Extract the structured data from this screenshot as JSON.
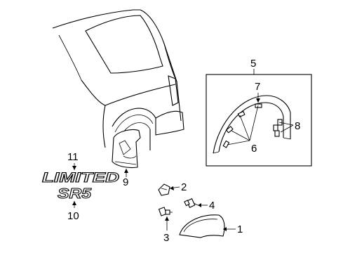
{
  "callouts": {
    "c1": "1",
    "c2": "2",
    "c3": "3",
    "c4": "4",
    "c5": "5",
    "c6": "6",
    "c7": "7",
    "c8": "8",
    "c9": "9",
    "c10": "10",
    "c11": "11"
  },
  "emblems": {
    "limited": "LIMITED",
    "sr5": "SR5"
  }
}
